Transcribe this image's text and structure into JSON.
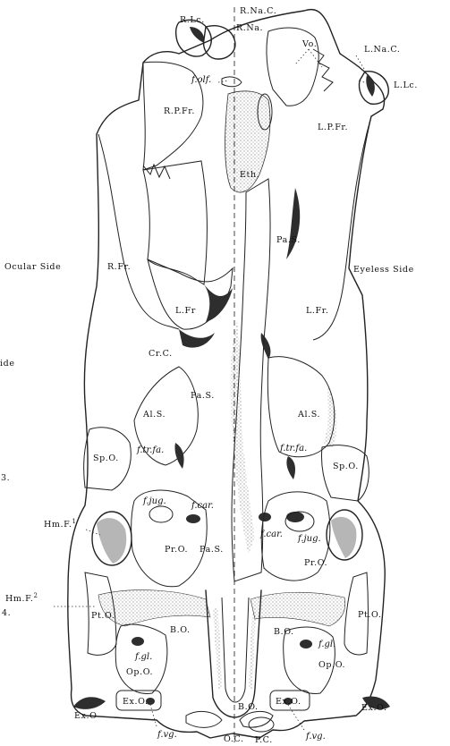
{
  "labels": {
    "r_lc": "R.Lc.",
    "r_nac": "R.Na.C.",
    "r_na": "R.Na.",
    "vo": "Vo.",
    "l_nac": "L.Na.C.",
    "l_lc": "L.Lc.",
    "f_olf": "f.olf.",
    "r_p_fr": "R.P.Fr.",
    "l_p_fr": "L.P.Fr.",
    "eth": "Eth.",
    "pa_s_top": "Pa.S.",
    "ocular_side": "Ocular Side",
    "r_fr": "R.Fr.",
    "eyeless_side": "Eyeless Side",
    "l_fr_inner": "L.Fr",
    "l_fr_outer": "L.Fr.",
    "idе_edge": "ide",
    "cr_c": "Cr.C.",
    "pa_s_mid": "Pa.S.",
    "al_s_left": "Al.S.",
    "al_s_right": "Al.S.",
    "f_tr_fa_left": "f.tr.fa.",
    "f_tr_fa_right": "f.tr.fa.",
    "sp_o_left": "Sp.O.",
    "sp_o_right": "Sp.O.",
    "edge_3": "3.",
    "f_jug_left": "f.jug.",
    "f_car_left": "f.car.",
    "f_car_right": "f.car.",
    "f_jug_right": "f.jug.",
    "hm_f1": "Hm.F.",
    "hm_f1_sup": "1",
    "pr_o_left": "Pr.O.",
    "pa_s_low": "Pa.S.",
    "pr_o_right": "Pr.O.",
    "hm_f2": "Hm.F.",
    "hm_f2_sup": "2",
    "pt_o_left": "Pt.O.",
    "pt_o_right": "Pt.O.",
    "edge_4": "4.",
    "b_o_left": "B.O.",
    "b_o_right": "B.O.",
    "f_gl_left": "f.gl.",
    "f_gl_right": "f.gl.",
    "op_o_left": "Op.O.",
    "op_o_right": "Op.O.",
    "ex_o_left_outer": "Ex.O",
    "ex_o_left_inner": "Ex.O.",
    "b_o_bottom": "B.O.",
    "ex_o_right_inner": "Ex.O.",
    "ex_o_right_outer": "Ex.O.",
    "f_vg_left": "f.vg.",
    "oc": "O.C.",
    "pc": "P.C.",
    "f_vg_right": "f.vg."
  },
  "colors": {
    "ink": "#222222",
    "paper": "#ffffff",
    "shade": "#7a7a7a"
  }
}
